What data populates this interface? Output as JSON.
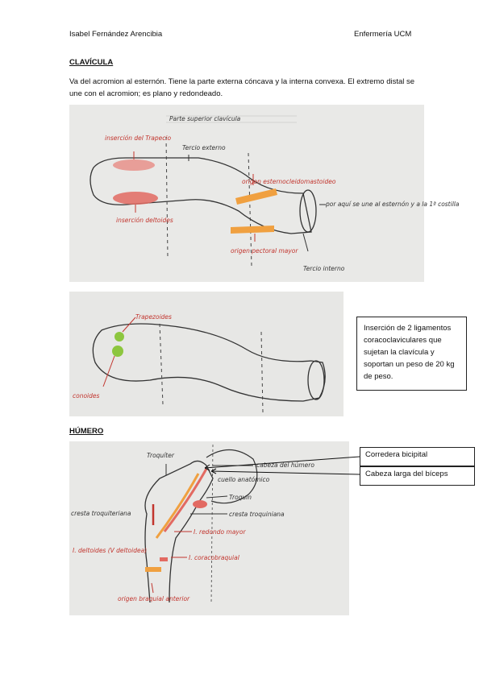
{
  "header": {
    "author": "Isabel Fernández Arencibia",
    "org": "Enfermería UCM"
  },
  "clavicula": {
    "title": "CLAVÍCULA",
    "description": "Va del acromion al esternón. Tiene la parte externa cóncava y la interna convexa. El extremo distal se une con el acromion; es plano y redondeado.",
    "fig1": {
      "heading": "Parte superior clavícula",
      "trapecio": "inserción del Trapecio",
      "tercio_externo": "Tercio externo",
      "esternocleidomastoideo": "origen esternocleidomastoideo",
      "deltoides": "inserción deltoides",
      "esternon_note": "por aquí se une al esternón y a la 1ª costilla",
      "pectoral": "origen pectoral mayor",
      "tercio_interno": "Tercio interno"
    },
    "fig2": {
      "trapezoides": "Trapezoides",
      "conoides": "conoides"
    },
    "note": "Inserción de 2 ligamentos coracoclaviculares que sujetan la clavícula y soportan un peso de 20 kg de peso."
  },
  "humero": {
    "title": "HÚMERO",
    "fig": {
      "troquiter": "Troquíter",
      "cabeza": "cabeza del húmero",
      "cuello": "cuello anatómico",
      "troquin": "Troquín",
      "cresta_troquiniana": "cresta troquiniana",
      "cresta_troquiteriana": "cresta troquiteriana",
      "redondo_mayor": "I. redondo mayor",
      "deltoides": "I. deltoides (V deltoidea)",
      "coracobraquial": "I. coracobraquial",
      "braquial": "origen braquial anterior"
    },
    "labels": {
      "corredera": "Corredera bicipital",
      "cabeza_biceps": "Cabeza larga del bíceps"
    }
  }
}
